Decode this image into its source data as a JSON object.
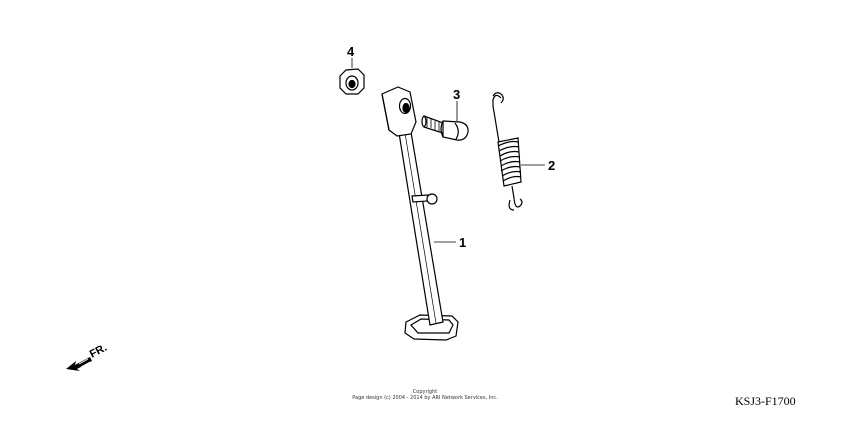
{
  "callouts": {
    "c1": "1",
    "c2": "2",
    "c3": "3",
    "c4": "4"
  },
  "direction": {
    "label": "FR.",
    "icon": "front-direction-arrow-icon"
  },
  "footer": {
    "copyright_title": "Copyright",
    "copyright_line": "Page design (c) 2004 - 2014 by ARI Network Services, Inc.",
    "diagram_code": "KSJ3-F1700"
  }
}
